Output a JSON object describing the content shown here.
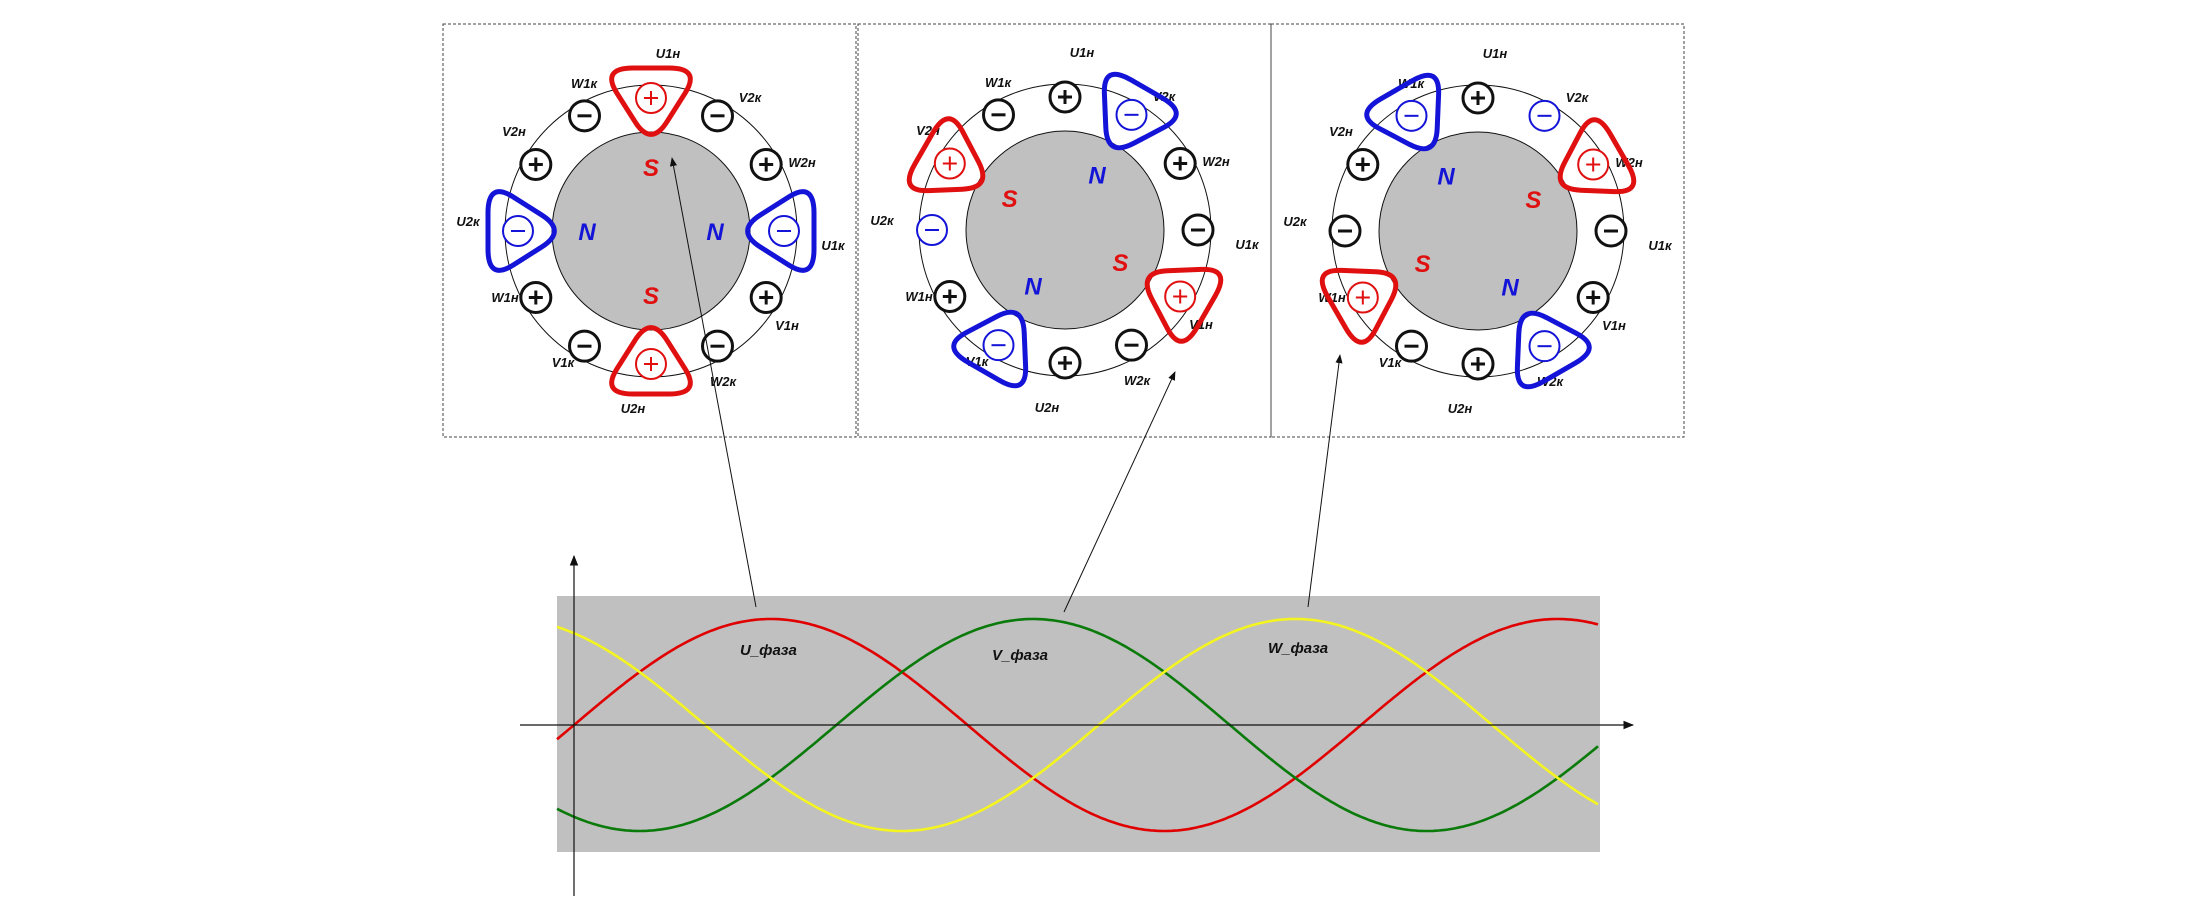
{
  "colors": {
    "positive": "#e01010",
    "negative": "#1414d8",
    "neutral": "#111111",
    "rotor": "#c0c0c0",
    "plot_bg": "#c0c0c0",
    "u_phase": "#e00000",
    "v_phase": "#0a7a0a",
    "w_phase": "#f4f420"
  },
  "slots": [
    "U1н",
    "V2к",
    "W2н",
    "U1к",
    "V1н",
    "W2к",
    "U2н",
    "V1к",
    "W1н",
    "U2к",
    "V2н",
    "W1к"
  ],
  "slot_signs": [
    "+",
    "−",
    "+",
    "−",
    "+",
    "−",
    "+",
    "−",
    "+",
    "−",
    "+",
    "−"
  ],
  "panels": [
    {
      "name": "U",
      "highlighted": [
        0,
        3,
        6,
        9
      ],
      "loops": [
        {
          "slot": 0,
          "pole": "S"
        },
        {
          "slot": 3,
          "pole": "N"
        },
        {
          "slot": 6,
          "pole": "S"
        },
        {
          "slot": 9,
          "pole": "N"
        }
      ]
    },
    {
      "name": "V",
      "highlighted": [
        1,
        4,
        7,
        10,
        9
      ],
      "loops": [
        {
          "slot": 1,
          "pole": "N"
        },
        {
          "slot": 4,
          "pole": "S"
        },
        {
          "slot": 7,
          "pole": "N"
        },
        {
          "slot": 10,
          "pole": "S"
        }
      ]
    },
    {
      "name": "W",
      "highlighted": [
        2,
        5,
        8,
        11,
        1
      ],
      "loops": [
        {
          "slot": 2,
          "pole": "S"
        },
        {
          "slot": 5,
          "pole": "N"
        },
        {
          "slot": 8,
          "pole": "S"
        },
        {
          "slot": 11,
          "pole": "N"
        }
      ]
    }
  ],
  "waveforms": [
    {
      "label": "U_фаза",
      "color_key": "u_phase",
      "phase_deg": 0
    },
    {
      "label": "V_фаза",
      "color_key": "v_phase",
      "phase_deg": -120
    },
    {
      "label": "W_фаза",
      "color_key": "w_phase",
      "phase_deg": 120
    }
  ]
}
